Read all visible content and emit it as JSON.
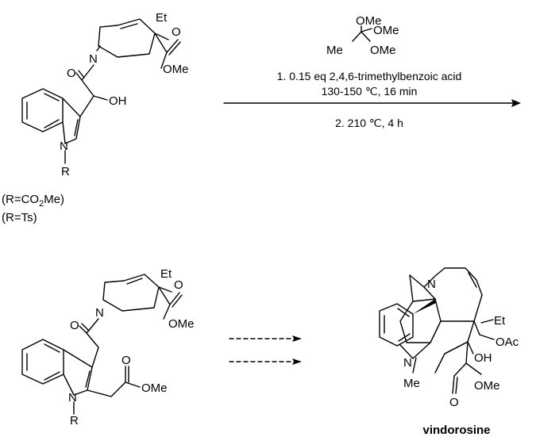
{
  "reagent": {
    "top": "OMe",
    "upper_right": "OMe",
    "left": "Me",
    "lower_right": "OMe"
  },
  "conditions": {
    "line1": "1. 0.15 eq 2,4,6-trimethylbenzoic acid",
    "line2": "130-150 ℃,  16 min",
    "line3": "2. 210 ℃,  4 h"
  },
  "start_material": {
    "et": "Et",
    "o_ester": "O",
    "ome": "OMe",
    "n_ring": "N",
    "o_amide": "O",
    "oh": "OH",
    "n_indole": "N",
    "r": "R",
    "r_option_1": "(R=CO2Me)",
    "r_option_2": "(R=Ts)"
  },
  "intermediate": {
    "et": "Et",
    "o_ester": "O",
    "ome": "OMe",
    "n_ring": "N",
    "o_amide": "O",
    "o_side": "O",
    "ome_side": "OMe",
    "n_indole": "N",
    "r": "R"
  },
  "product": {
    "n_top": "N",
    "et": "Et",
    "oac": "OAc",
    "n_indole": "N",
    "me": "Me",
    "oh": "OH",
    "o_ester": "O",
    "ome": "OMe",
    "name": "vindorosine"
  }
}
